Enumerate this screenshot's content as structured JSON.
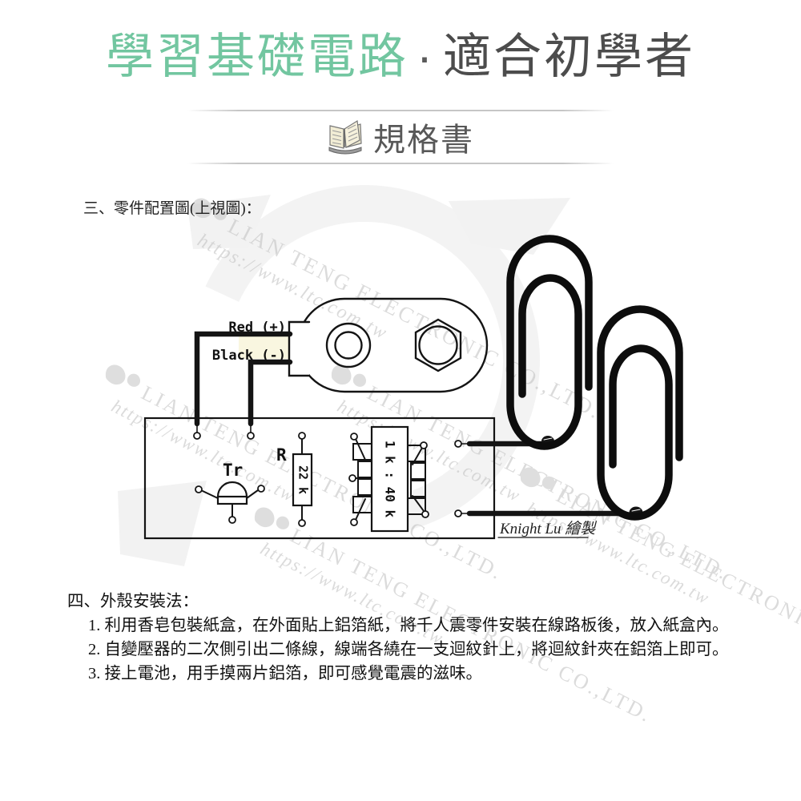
{
  "header": {
    "title_highlight": "學習基礎電路",
    "title_separator": "·",
    "title_rest": "適合初學者",
    "highlight_color": "#72c6a0",
    "spec_label": "規格書"
  },
  "parts_section": {
    "heading": "三、零件配置圖(上視圖)："
  },
  "diagram": {
    "positive_label": "Red (+)",
    "negative_label": "Black (-)",
    "transistor_label": "Tr",
    "resistor_label": "R",
    "resistor_value": "22 k",
    "transformer_ratio": "1 k : 40 k",
    "credit": "Knight Lu 繪製"
  },
  "assembly_section": {
    "heading": "四、外殼安裝法：",
    "steps": [
      "1. 利用香皂包裝紙盒，在外面貼上鋁箔紙，將千人震零件安裝在線路板後，放入紙盒內。",
      "2. 自變壓器的二次側引出二條線，線端各繞在一支迴紋針上，將迴紋針夾在鋁箔上即可。",
      "3. 接上電池，用手摸兩片鋁箔，即可感覺電震的滋味。"
    ]
  },
  "watermark": {
    "company": "LIAN TENG ELECTRONIC CO.,LTD.",
    "url": "https://www.ltc.com.tw"
  }
}
